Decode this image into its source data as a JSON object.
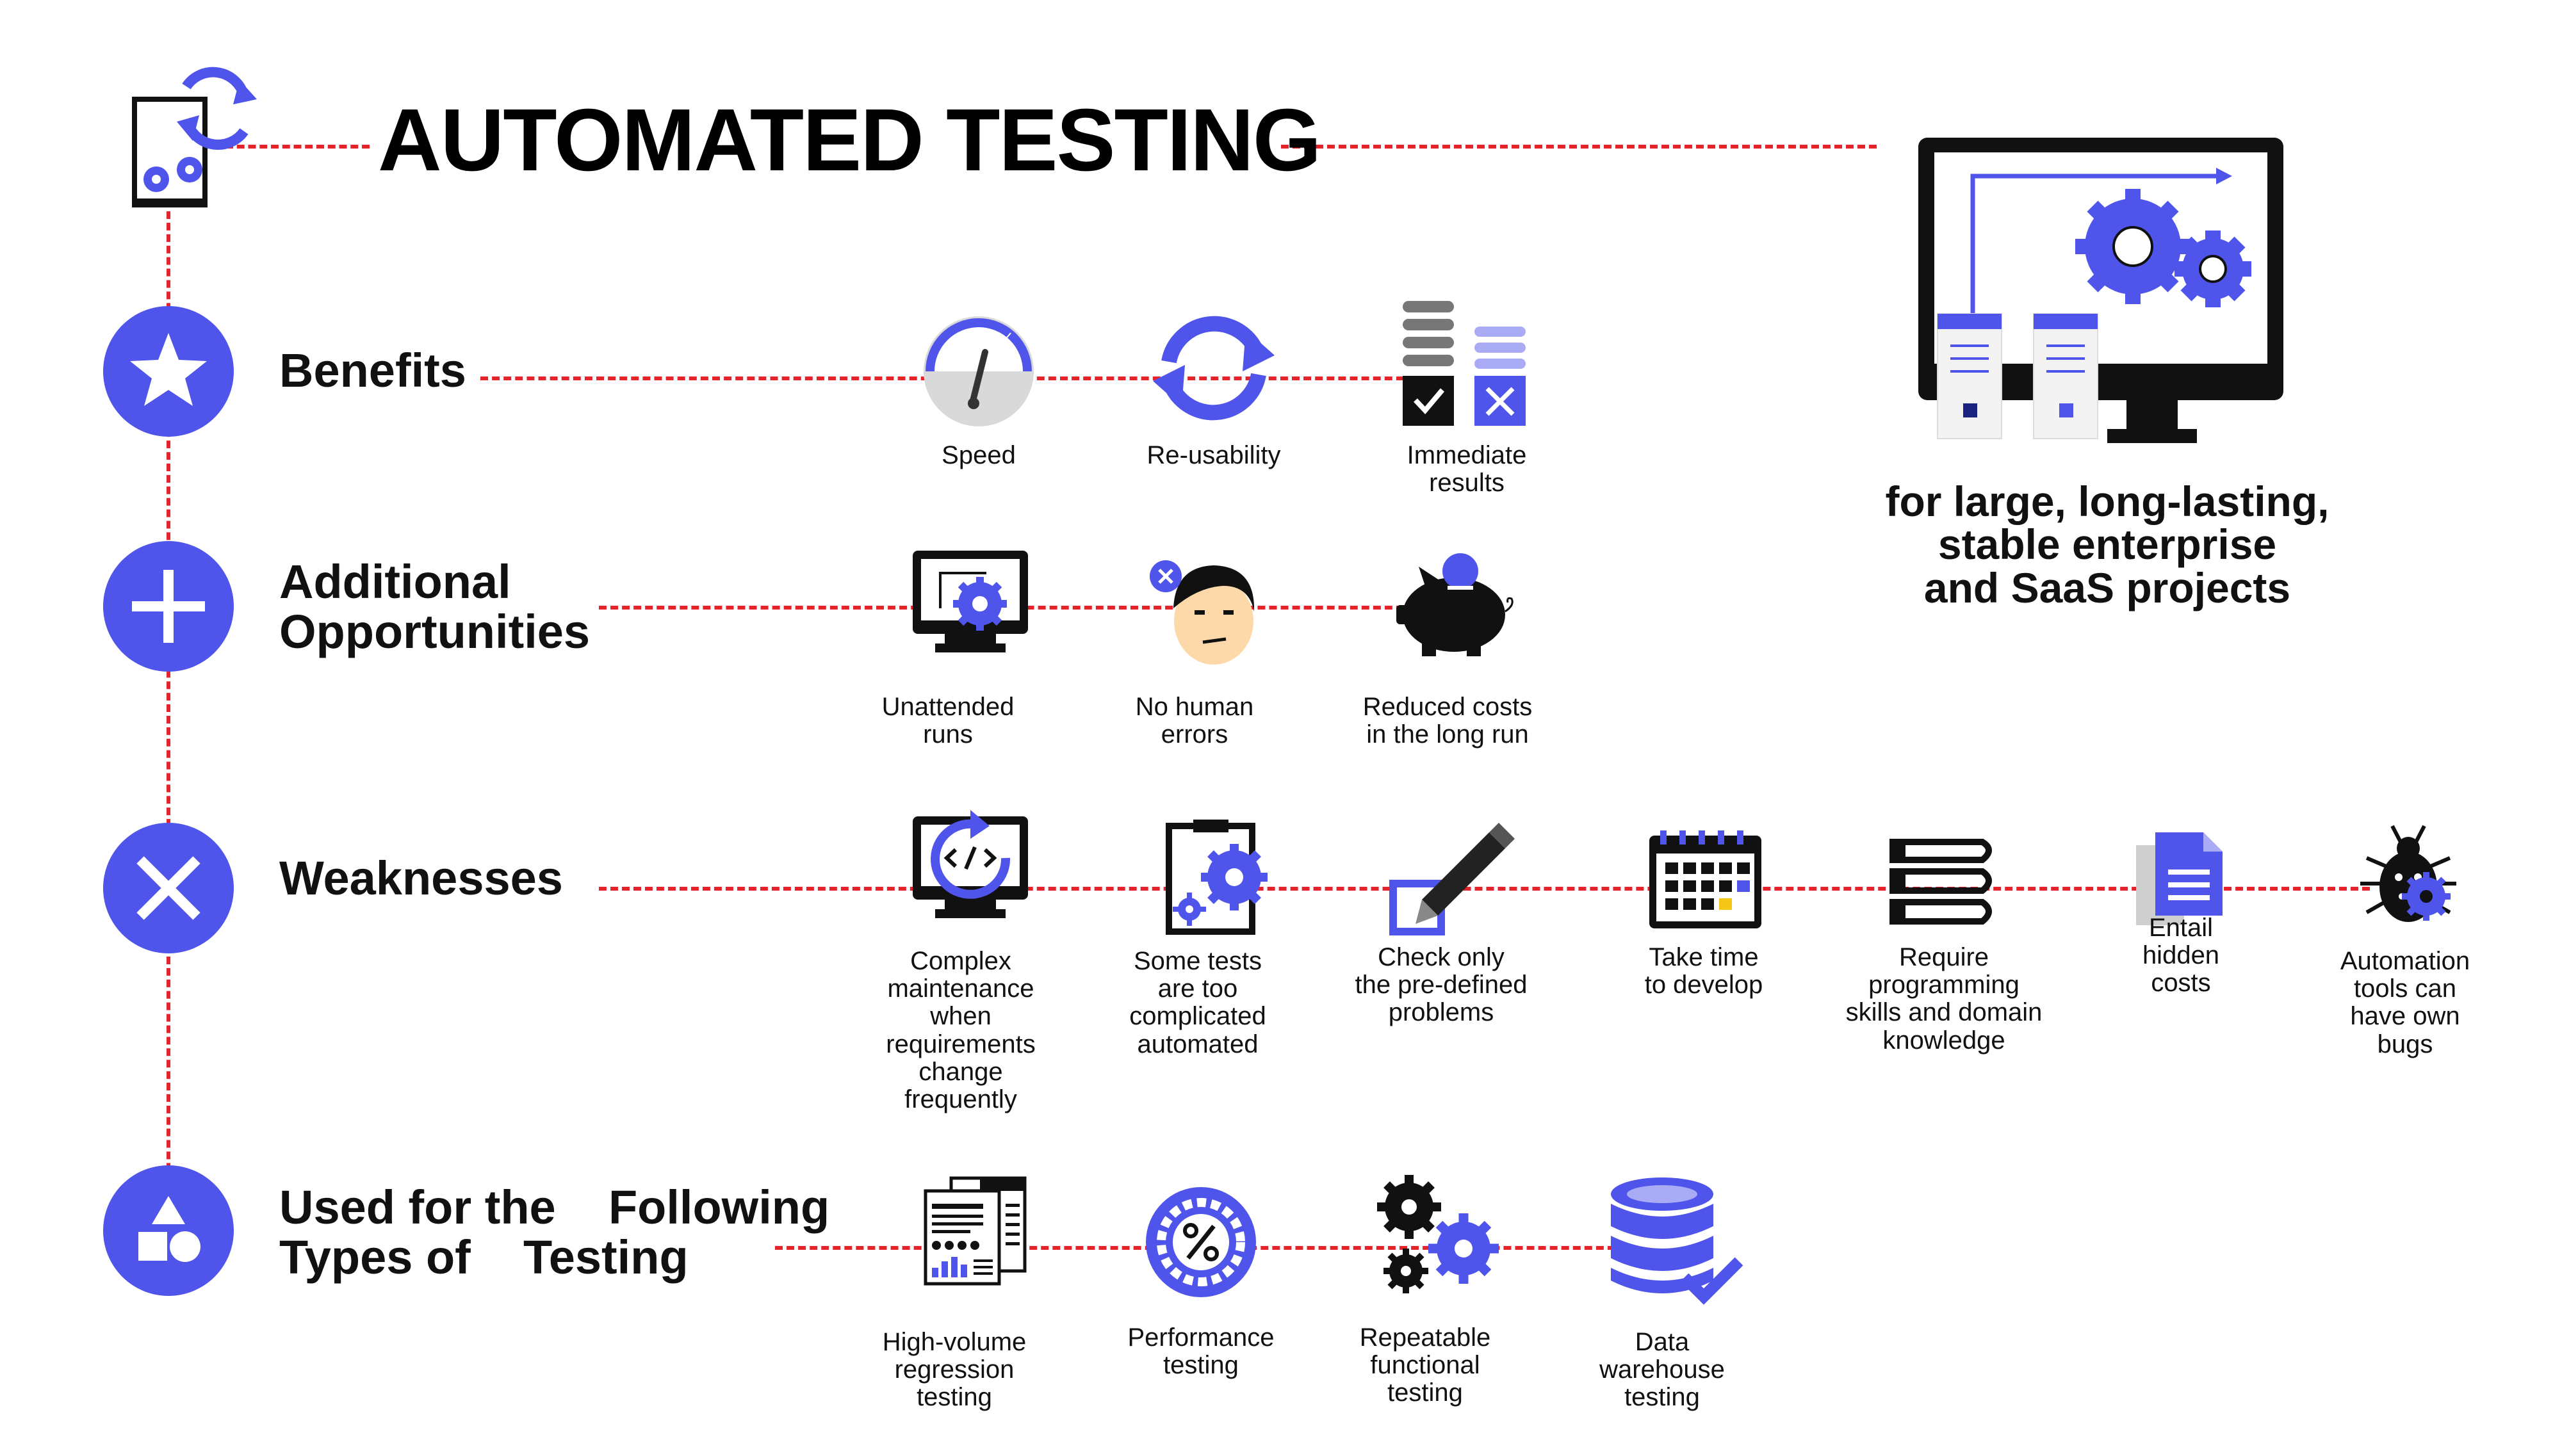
{
  "title": "AUTOMATED TESTING",
  "tagline": "for large, long-lasting,\nstable enterprise\nand SaaS projects",
  "colors": {
    "accent": "#4f55eb",
    "connector": "#e5232b",
    "text": "#111111"
  },
  "sections": [
    {
      "label": "Benefits",
      "icon": "star-icon",
      "items": [
        {
          "icon": "speedometer-icon",
          "caption": "Speed"
        },
        {
          "icon": "refresh-arrows-icon",
          "caption": "Re-usability"
        },
        {
          "icon": "checklist-results-icon",
          "caption": "Immediate\nresults"
        }
      ]
    },
    {
      "label": "Additional\nOpportunities",
      "icon": "plus-icon",
      "items": [
        {
          "icon": "monitor-gear-icon",
          "caption": "Unattended\nruns"
        },
        {
          "icon": "person-face-icon",
          "caption": "No human\n    errors"
        },
        {
          "icon": "piggy-bank-icon",
          "caption": "Reduced costs\nin the long run"
        }
      ]
    },
    {
      "label": "Weaknesses",
      "icon": "x-icon",
      "items": [
        {
          "icon": "monitor-code-icon",
          "caption": "  Complex\nmaintenance\nwhen\nrequirements\nchange\nfrequently"
        },
        {
          "icon": "clipboard-gears-icon",
          "caption": "Some tests\nare too\ncomplicated\nautomated"
        },
        {
          "icon": "checkbox-pen-icon",
          "caption": "Check only\nthe    pre-defined\n   problems"
        },
        {
          "icon": "calendar-icon",
          "caption": "Take time\nto develop"
        },
        {
          "icon": "books-icon",
          "caption": "Require\nprogramming\nskills and    domain\n  knowledge"
        },
        {
          "icon": "document-icon",
          "caption": "Entail\nhidden\n   costs"
        },
        {
          "icon": "bug-gear-icon",
          "caption": "Automation\ntools can\nhave own\n   bugs"
        }
      ]
    },
    {
      "label": "Used for the    Following\nTypes of    Testing",
      "icon": "shapes-icon",
      "items": [
        {
          "icon": "reports-icon",
          "caption": "High-volume\nregression\ntesting"
        },
        {
          "icon": "percent-dial-icon",
          "caption": "Performance\ntesting"
        },
        {
          "icon": "three-gears-icon",
          "caption": "Repeatable\nfunctional\ntesting"
        },
        {
          "icon": "database-check-icon",
          "caption": "Data\nwarehouse\ntesting"
        }
      ]
    }
  ]
}
